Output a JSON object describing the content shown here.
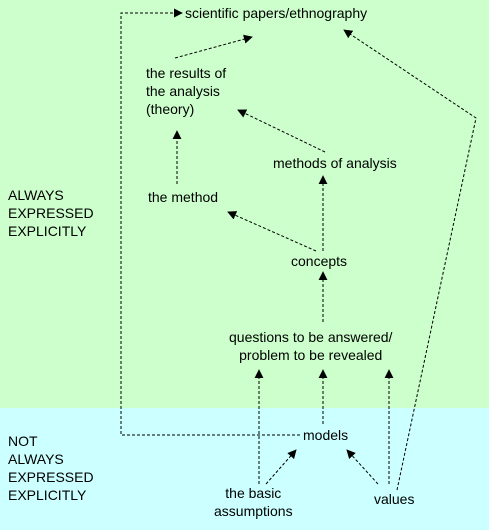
{
  "zones": {
    "explicit_label": "ALWAYS\nEXPRESSED\nEXPLICITLY",
    "implicit_label": "NOT\nALWAYS\nEXPRESSED\nEXPLICITLY",
    "explicit_color": "#ccffcc",
    "implicit_color": "#ccffff"
  },
  "nodes": {
    "papers": "scientific papers/ethnography",
    "results": "the results of\nthe analysis\n(theory)",
    "methods_of_analysis": "methods of analysis",
    "method": "the method",
    "concepts": "concepts",
    "questions": "questions to be answered/\nproblem to be revealed",
    "models": "models",
    "assumptions": "the basic\nassumptions",
    "values": "values"
  },
  "edges": [
    {
      "from": "method",
      "to": "results"
    },
    {
      "from": "results",
      "to": "papers"
    },
    {
      "from": "methods_of_analysis",
      "to": "results"
    },
    {
      "from": "concepts",
      "to": "method"
    },
    {
      "from": "concepts",
      "to": "methods_of_analysis"
    },
    {
      "from": "questions",
      "to": "concepts"
    },
    {
      "from": "models",
      "to": "questions"
    },
    {
      "from": "assumptions",
      "to": "questions"
    },
    {
      "from": "values",
      "to": "questions"
    },
    {
      "from": "assumptions",
      "to": "models"
    },
    {
      "from": "values",
      "to": "models"
    },
    {
      "from": "values",
      "to": "papers"
    },
    {
      "from": "models",
      "to": "papers"
    }
  ]
}
